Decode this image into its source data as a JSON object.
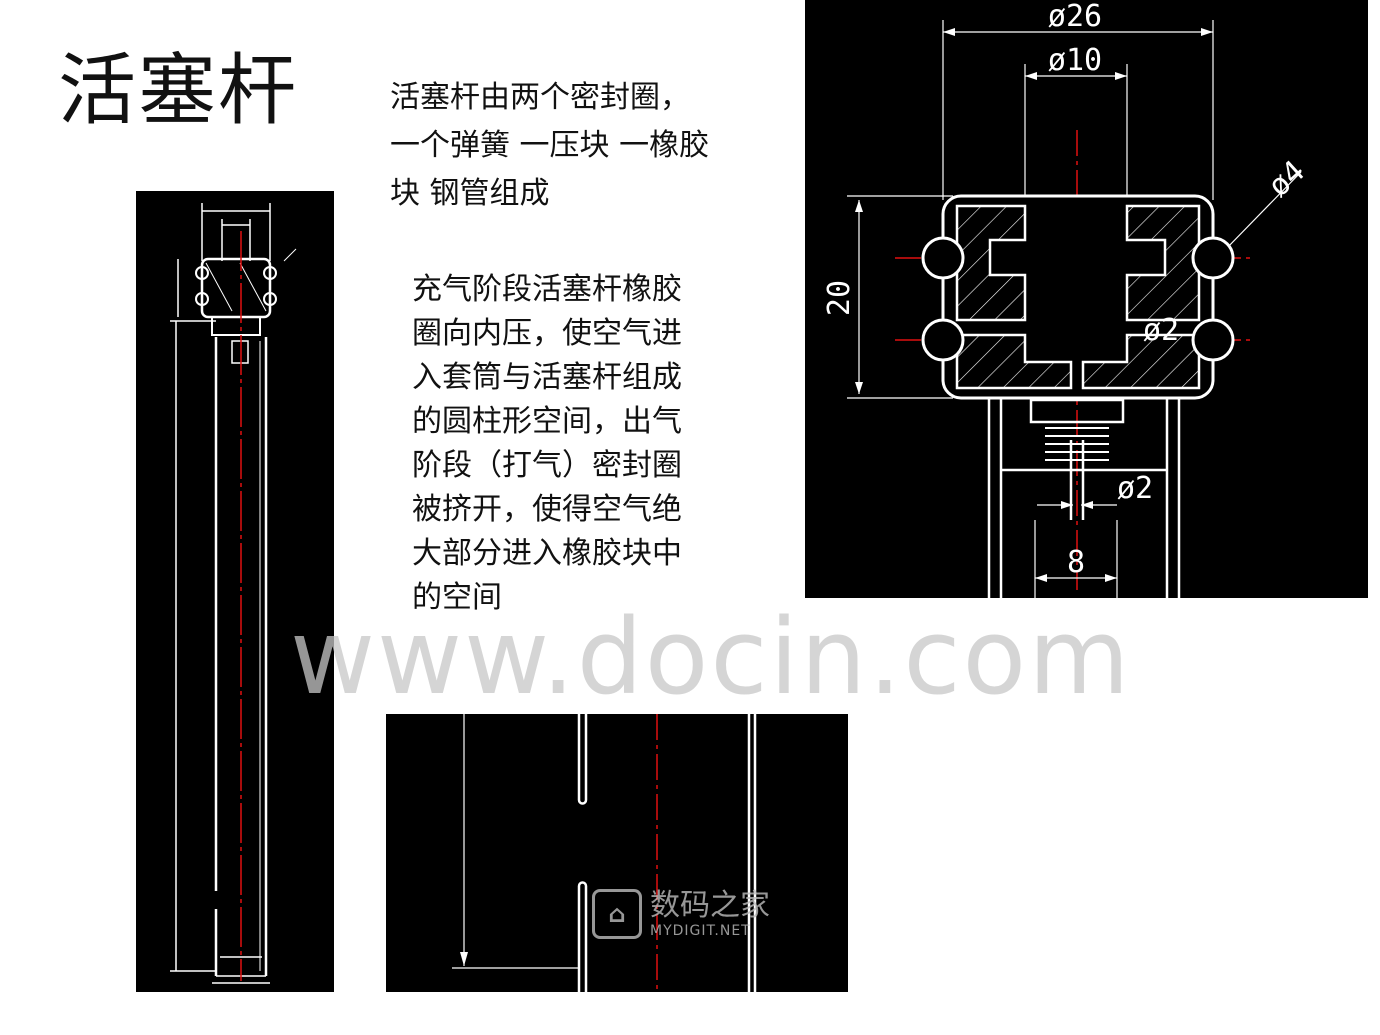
{
  "title": "活塞杆",
  "description_1": [
    "活塞杆由两个密封圈，",
    "一个弹簧 一压块 一橡胶",
    "块 钢管组成"
  ],
  "description_2": [
    "充气阶段活塞杆橡胶",
    "圈向内压，使空气进",
    "入套筒与活塞杆组成",
    "的圆柱形空间，出气",
    "阶段（打气）密封圈",
    "被挤开，使得空气绝",
    "大部分进入橡胶块中",
    "的空间"
  ],
  "drawing_detail": {
    "dim_outer": "ø26",
    "dim_inner": "ø10",
    "dim_ring": "ø4",
    "dim_height": "20",
    "dim_hole_upper": "ø2",
    "dim_hole_lower": "ø2",
    "dim_width_lower": "8"
  },
  "watermark": "www.docin.com",
  "logo": {
    "cn": "数码之家",
    "en": "MYDIGIT.NET"
  },
  "colors": {
    "drawing_bg": "#000000",
    "drawing_line": "#ffffff",
    "center_line": "#e01010",
    "watermark": "#c8c8c8"
  }
}
